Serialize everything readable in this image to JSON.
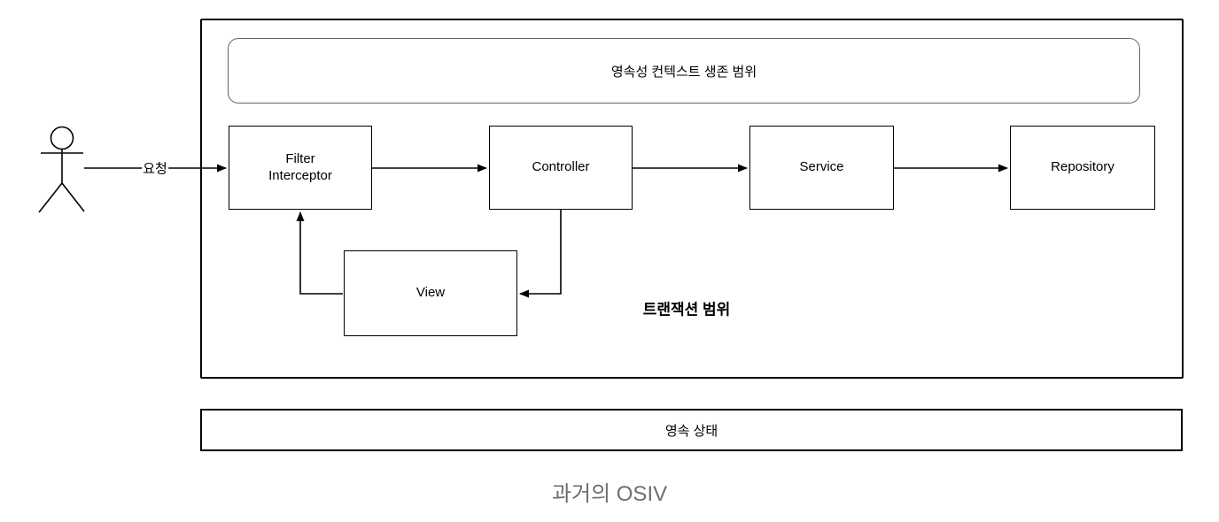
{
  "colors": {
    "line": "#000000",
    "node_border": "#000000",
    "scope_border": "#666666",
    "caption_text": "#6e6e6e",
    "background": "#ffffff"
  },
  "diagram": {
    "caption": "과거의 OSIV",
    "request_label": "요청",
    "persistence_scope_label": "영속성 컨텍스트 생존 범위",
    "transaction_scope_label": "트랜잭션 범위",
    "persistent_state_label": "영속 상태",
    "nodes": {
      "filter": {
        "label": "Filter\nInterceptor"
      },
      "controller": {
        "label": "Controller"
      },
      "service": {
        "label": "Service"
      },
      "repository": {
        "label": "Repository"
      },
      "view": {
        "label": "View"
      }
    }
  }
}
